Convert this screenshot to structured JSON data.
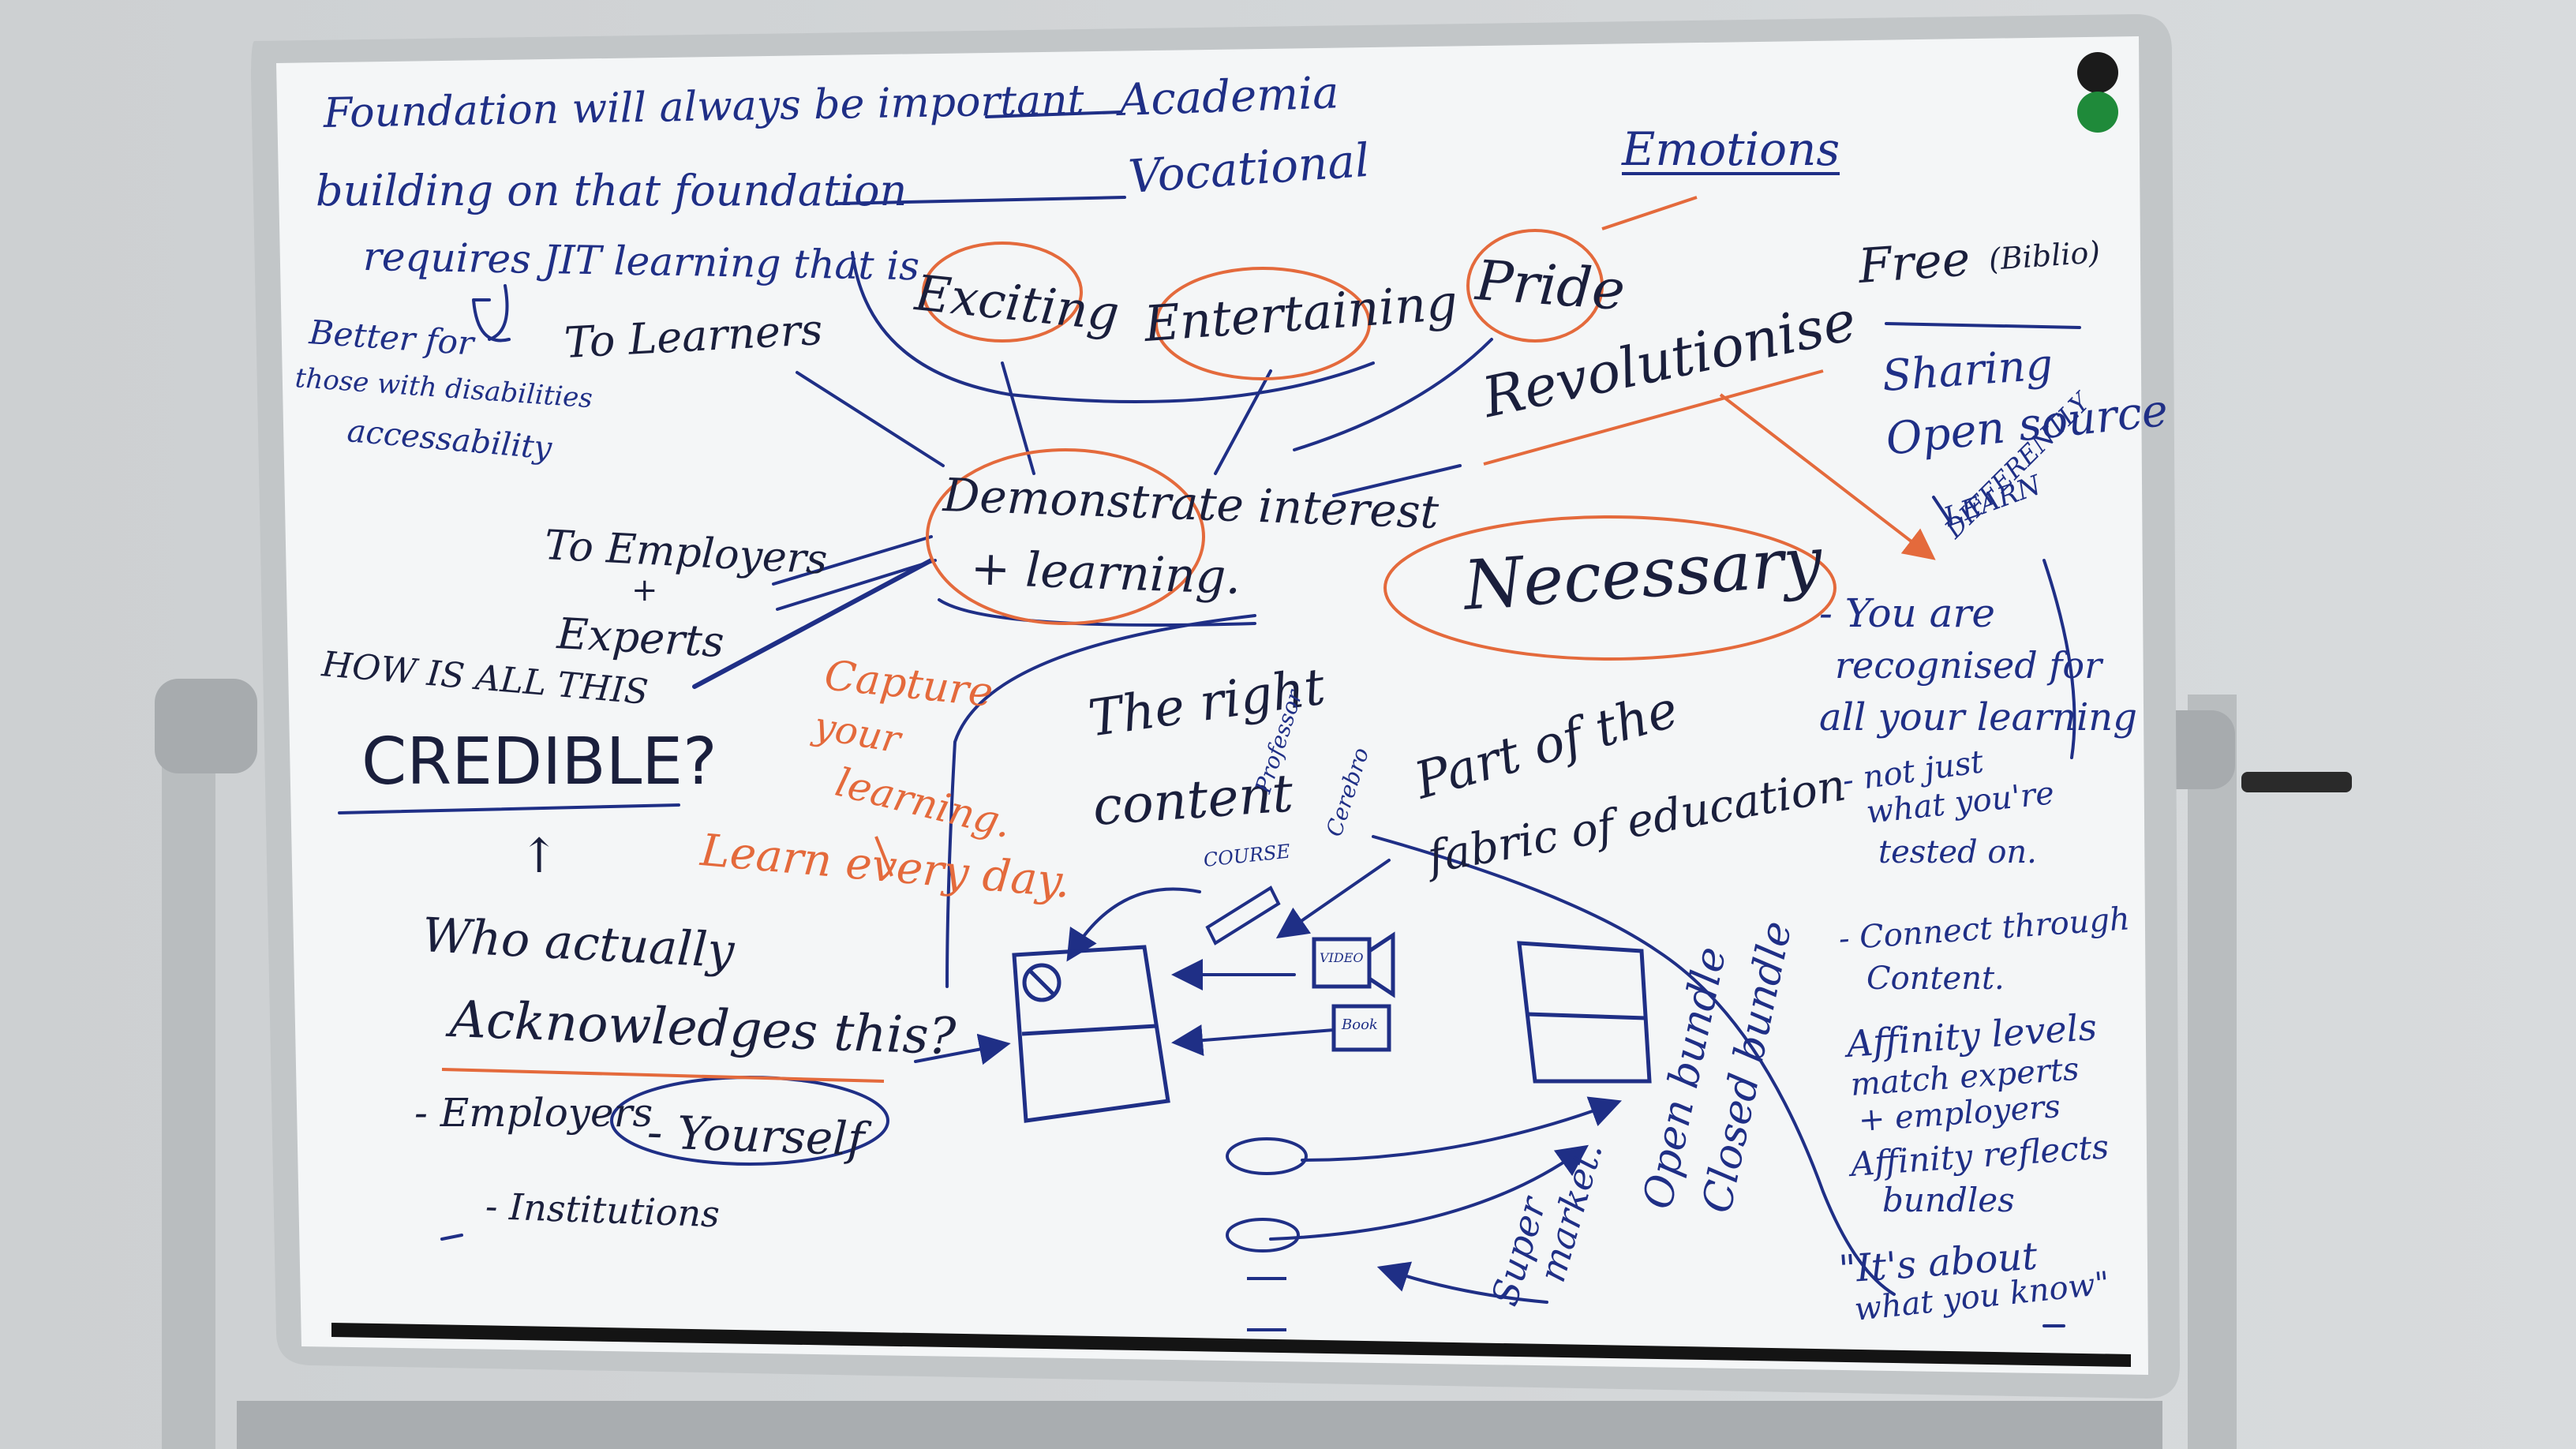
{
  "board": {
    "colors": {
      "wall": "#cfd2d4",
      "board": "#f4f6f7",
      "frame": "#bfc4c7",
      "blue_ink": "#1f2f86",
      "dark_ink": "#1a1f3c",
      "orange_ink": "#e46a3c",
      "magnet_black": "#1b1b1b",
      "magnet_green": "#1f8a3a"
    },
    "top_left": {
      "line1": "Foundation will always be important",
      "academia": "Academia",
      "line2": "building on that foundation",
      "vocational": "Vocational",
      "line3": "requires JIT learning that is",
      "better1": "Better for",
      "better2": "those with disabilities",
      "better3": "accessability",
      "to_learners": "To Learners"
    },
    "emotions": {
      "heading": "Emotions",
      "exciting": "Exciting",
      "entertaining": "Entertaining",
      "pride": "Pride",
      "revolutionise": "Revolutionise",
      "necessary": "Necessary"
    },
    "center": {
      "demonstrate": "Demonstrate interest",
      "learning": "+ learning.",
      "to_employers": "To Employers",
      "plus": "+",
      "experts": "Experts",
      "capture1": "Capture",
      "capture2": "your",
      "capture3": "learning.",
      "learn_every_day": "Learn every day.",
      "right_content1": "The right",
      "right_content2": "content",
      "professor": "Professor",
      "cerebro": "Cerebro",
      "course": "COURSE",
      "part1": "Part of the",
      "part2": "fabric of education",
      "video": "VIDEO",
      "book": "Book",
      "supermarket1": "Super",
      "supermarket2": "market.",
      "open_bundle": "Open bundle",
      "closed_bundle": "Closed bundle"
    },
    "left": {
      "how": "HOW IS ALL THIS",
      "credible": "CREDIBLE?",
      "arrow": "↑",
      "who1": "Who actually",
      "who2": "Acknowledges this?",
      "employers": "- Employers",
      "yourself": "- Yourself",
      "institutions": "- Institutions"
    },
    "right": {
      "free": "Free",
      "biblio": "(Biblio)",
      "sharing": "Sharing",
      "open_source": "Open source",
      "learn_diff1": "LEARN",
      "learn_diff2": "DIFFERENTLY",
      "recog1": "- You are",
      "recog2": "recognised for",
      "recog3": "all your learning",
      "not1": "- not just",
      "not2": "what you're",
      "not3": "tested on.",
      "connect1": "- Connect through",
      "connect2": "Content.",
      "affinity1": "Affinity levels",
      "affinity2": "match experts",
      "affinity3": "+ employers",
      "affinity4": "Affinity reflects",
      "affinity5": "bundles",
      "quote1": "\"It's about",
      "quote2": "what you know\""
    }
  }
}
